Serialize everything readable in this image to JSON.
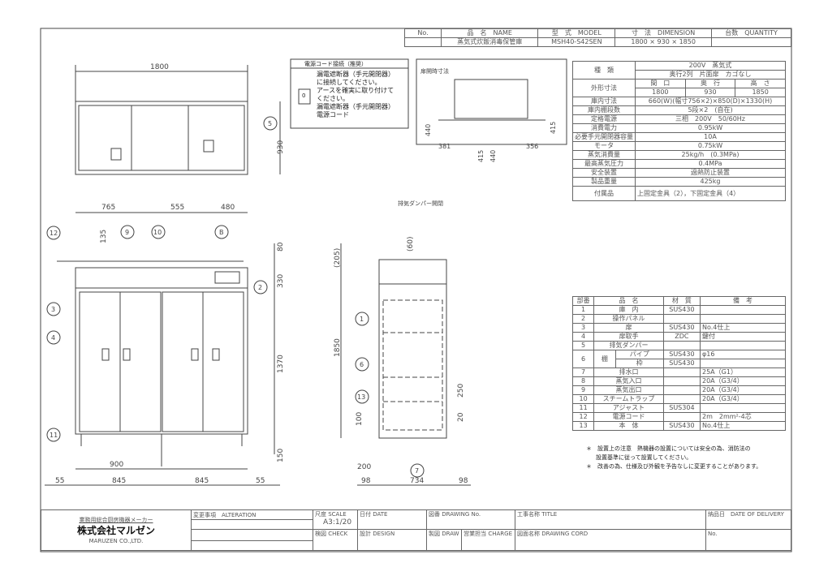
{
  "header": {
    "no_label": "No.",
    "name_label": "品　名　NAME",
    "model_label": "型　式　MODEL",
    "dimension_label": "寸　法　DIMENSION",
    "quantity_label": "台数　QUANTITY",
    "name": "蒸気式炊飯消毒保管庫",
    "model": "MSH40-S42SEN",
    "dimension": "1800 × 930 × 1850"
  },
  "power_cord": {
    "title": "電源コード接続（推奨）",
    "text1": "漏電遮断器（手元開閉器）",
    "text2": "に接続してください。",
    "text3": "アースを確実に取り付けて",
    "text4": "ください。",
    "label_breaker": "漏電遮断器（手元開閉器）",
    "label_cord": "電源コード",
    "switch_symbol": "0"
  },
  "door_diagram": {
    "title": "扉開時寸法",
    "dims": [
      "440",
      "381",
      "415",
      "440",
      "356",
      "415"
    ]
  },
  "spec": {
    "type_label": "種　類",
    "type_value1": "200V　蒸気式",
    "type_value2": "奥行2列　片面扉　カゴなし",
    "outer_label": "外形寸法",
    "outer_heads": [
      "間　口",
      "奥　行",
      "高　さ"
    ],
    "outer_values": [
      "1800",
      "930",
      "1850"
    ],
    "rows": [
      [
        "庫内寸法",
        "660(W)(幅寸756×2)×850(D)×1330(H)"
      ],
      [
        "庫内棚段数",
        "5段×2　(自在)"
      ],
      [
        "定格電源",
        "三相　200V　50/60Hz"
      ],
      [
        "消費電力",
        "0.95kW"
      ],
      [
        "必要手元開閉器容量",
        "10A"
      ],
      [
        "モータ",
        "0.75kW"
      ],
      [
        "蒸気消費量",
        "25kg/h　(0.3MPa)"
      ],
      [
        "最高蒸気圧力",
        "0.4MPa"
      ],
      [
        "安全装置",
        "過熱防止装置"
      ],
      [
        "製品重量",
        "425kg"
      ],
      [
        "付属品",
        "上固定金具（2），下固定金具（4）"
      ]
    ]
  },
  "parts": {
    "heads": [
      "部番",
      "品　名",
      "材　質",
      "備　考"
    ],
    "rows": [
      [
        "1",
        "庫　内",
        "SUS430",
        ""
      ],
      [
        "2",
        "操作パネル",
        "",
        ""
      ],
      [
        "3",
        "扉",
        "SUS430",
        "No.4仕上"
      ],
      [
        "4",
        "扉取手",
        "ZDC",
        "鍵付"
      ],
      [
        "5",
        "排気ダンパー",
        "",
        ""
      ]
    ],
    "row6": {
      "no": "6",
      "name": "棚",
      "sub": [
        [
          "パイプ",
          "SUS430",
          "φ16"
        ],
        [
          "枠",
          "SUS430",
          ""
        ]
      ]
    },
    "rows2": [
      [
        "7",
        "排水口",
        "",
        "25A（G1）"
      ],
      [
        "8",
        "蒸気入口",
        "",
        "20A（G3/4）"
      ],
      [
        "9",
        "蒸気出口",
        "",
        "20A（G3/4）"
      ],
      [
        "10",
        "スチームトラップ",
        "",
        "20A（G3/4）"
      ],
      [
        "11",
        "アジャスト",
        "SUS304",
        ""
      ],
      [
        "12",
        "電源コード",
        "",
        "2m　2mm²-4芯"
      ],
      [
        "13",
        "本　体",
        "SUS430",
        "No.4仕上"
      ]
    ]
  },
  "notes": [
    "＊　設置上の注意　熱機器の設置については安全の為、消防法の",
    "設置基準に従って設置してください。",
    "＊　改善の為、仕様及び外観を予告なしに変更することがあります。"
  ],
  "drawing": {
    "top_width": "1800",
    "top_depth": "930",
    "front_top": [
      "765",
      "555",
      "480"
    ],
    "front_right": [
      "80",
      "330",
      "1370",
      "150"
    ],
    "front_135": "135",
    "front_bottom1": "900",
    "front_bottom2": [
      "55",
      "845",
      "845",
      "55"
    ],
    "side_label": "排気ダンパー開閉",
    "side_dims": {
      "h": "1850",
      "d205": "(205)",
      "d60": "(60)",
      "d250": "250",
      "d20": "20",
      "d100": "100",
      "d200": "200",
      "bottom": [
        "98",
        "734",
        "98"
      ]
    },
    "balloons": {
      "b1": "1",
      "b2": "2",
      "b3": "3",
      "b4": "4",
      "b5": "5",
      "b6": "6",
      "b7": "7",
      "b8": "B",
      "b9": "9",
      "b10": "10",
      "b11": "11",
      "b12": "12",
      "b13": "13"
    }
  },
  "title_block": {
    "maker_tag": "業務用総合厨房機器メーカー",
    "company": "株式会社マルゼン",
    "company_en": "MARUZEN CO.,LTD.",
    "alteration": "変更事項　ALTERATION",
    "scale_label": "尺度 SCALE",
    "scale_value": "A3:1/20",
    "date": "日付 DATE",
    "drawing_no": "図番 DRAWING No.",
    "title": "工事名称 TITLE",
    "delivery": "納品日　DATE OF DELIVERY",
    "check": "検図 CHECK",
    "design": "設計 DESIGN",
    "draw": "製図 DRAW",
    "charge": "営業担当 CHARGE",
    "cord": "図面名称 DRAWING CORD",
    "no": "No."
  }
}
